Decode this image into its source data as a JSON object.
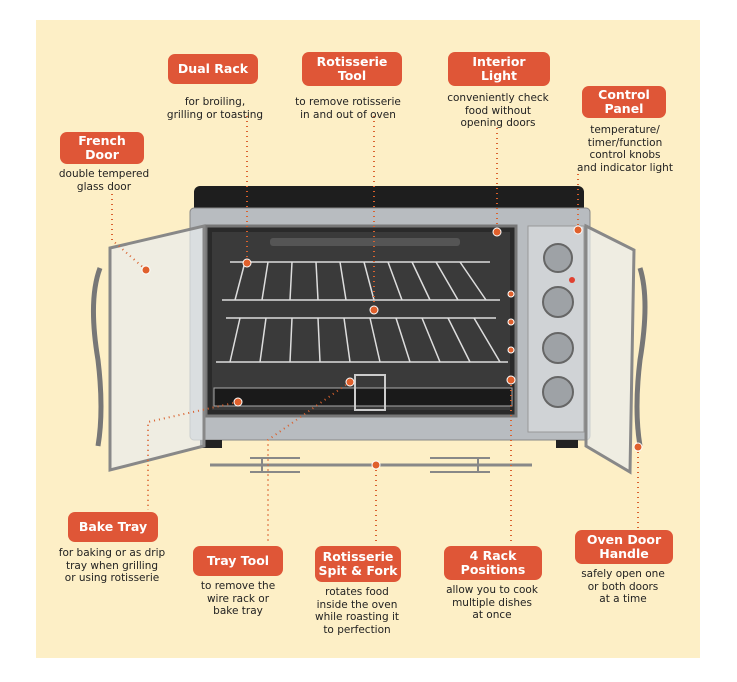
{
  "callouts": {
    "dual_rack": {
      "title": "Dual Rack",
      "desc": "for broiling,\ngrilling or toasting"
    },
    "rotisserie_tool": {
      "title": "Rotisserie\nTool",
      "desc": "to remove rotisserie\nin and out of oven"
    },
    "interior_light": {
      "title": "Interior\nLight",
      "desc": "conveniently check\nfood without\nopening doors"
    },
    "control_panel": {
      "title": "Control\nPanel",
      "desc": "temperature/\ntimer/function\ncontrol knobs\nand indicator light"
    },
    "french_door": {
      "title": "French\nDoor",
      "desc": "double tempered\nglass door"
    },
    "bake_tray": {
      "title": "Bake Tray",
      "desc": "for baking or as drip\ntray when grilling\nor using rotisserie"
    },
    "tray_tool": {
      "title": "Tray Tool",
      "desc": "to remove the\nwire rack or\nbake tray"
    },
    "rotisserie_spit": {
      "title": "Rotisserie\nSpit & Fork",
      "desc": "rotates food\ninside the oven\nwhile roasting it\nto perfection"
    },
    "rack_positions": {
      "title": "4 Rack\nPositions",
      "desc": "allow you to cook\nmultiple dishes\nat once"
    },
    "door_handle": {
      "title": "Oven Door\nHandle",
      "desc": "safely open one\nor both doors\nat a time"
    }
  },
  "colors": {
    "background": "#fdefc6",
    "accent": "#df5637",
    "dots": "#d9622f"
  }
}
